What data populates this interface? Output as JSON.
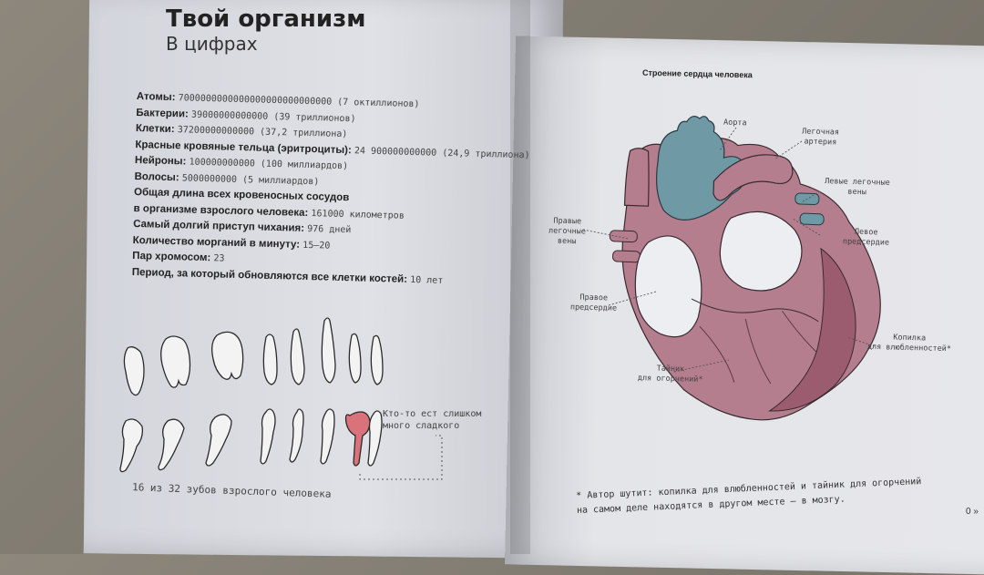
{
  "left_page": {
    "title": "Твой организм",
    "subtitle": "В цифрах",
    "facts": [
      {
        "label": "Атомы:",
        "value": "7000000000000000000000000000 (7 октиллионов)"
      },
      {
        "label": "Бактерии:",
        "value": "39000000000000 (39 триллионов)"
      },
      {
        "label": "Клетки:",
        "value": "37200000000000 (37,2 триллиона)"
      },
      {
        "label": "Красные кровяные тельца (эритроциты):",
        "value": "24 900000000000 (24,9 триллиона)"
      },
      {
        "label": "Нейроны:",
        "value": "100000000000 (100 миллиардов)"
      },
      {
        "label": "Волосы:",
        "value": "5000000000 (5 миллиардов)"
      },
      {
        "label": "Общая длина всех кровеносных сосудов",
        "value": ""
      },
      {
        "label": "в организме взрослого человека:",
        "value": "161000 километров"
      },
      {
        "label": "Самый долгий приступ чихания:",
        "value": "976 дней"
      },
      {
        "label": "Количество морганий в минуту:",
        "value": "15—20"
      },
      {
        "label": "Пар хромосом:",
        "value": "23"
      },
      {
        "label": "Период, за который обновляются все клетки костей:",
        "value": "10 лет"
      }
    ],
    "teeth_caption": "16 из 32 зубов взрослого человека",
    "note_line1": "Кто-то ест слишком",
    "note_line2": "много сладкого"
  },
  "right_page": {
    "heart_title": "Строение сердца человека",
    "labels": {
      "aorta": "Аорта",
      "pulmonary_artery_1": "Легочная",
      "pulmonary_artery_2": "артерия",
      "left_veins_1": "Левые легочные",
      "left_veins_2": "вены",
      "right_veins_1": "Правые",
      "right_veins_2": "легочные",
      "right_veins_3": "вены",
      "left_atrium_1": "Левое",
      "left_atrium_2": "предсердие",
      "right_atrium_1": "Правое",
      "right_atrium_2": "предсердие",
      "love_box_1": "Копилка",
      "love_box_2": "для влюбленностей*",
      "cache_1": "Тайник",
      "cache_2": "для огорчений*"
    },
    "footnote_line1": "* Автор шутит: копилка для влюбленностей и тайник для огорчений",
    "footnote_line2": "на самом деле находятся в другом месте — в мозгу.",
    "page_number": "0 »"
  },
  "colors": {
    "heart_pink": "#b47e8e",
    "heart_dark": "#9c5c70",
    "aorta_blue": "#6f9aa5",
    "tooth_red": "#d9727a"
  }
}
